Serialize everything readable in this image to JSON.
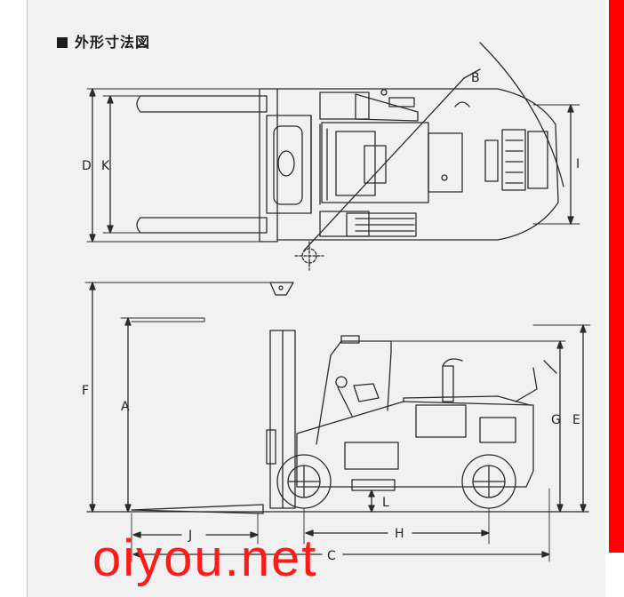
{
  "title": "外形寸法図",
  "labels": {
    "A": "A",
    "B": "B",
    "C": "C",
    "D": "D",
    "E": "E",
    "F": "F",
    "G": "G",
    "H": "H",
    "I": "I",
    "J": "J",
    "K": "K",
    "L": "L"
  },
  "watermark": "oiyou.net",
  "colors": {
    "line": "#2b2b2b",
    "paper": "#f1f1f1",
    "accent": "#ff0000"
  }
}
